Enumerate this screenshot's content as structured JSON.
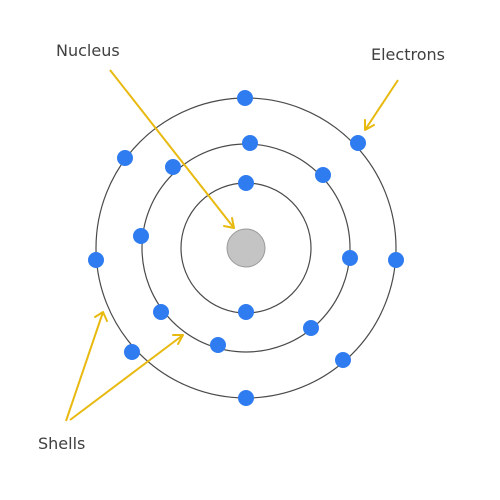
{
  "labels": {
    "nucleus": "Nucleus",
    "electrons": "Electrons",
    "shells": "Shells"
  },
  "atom": {
    "shell_count": 3,
    "electrons_per_shell": [
      2,
      8,
      8
    ]
  },
  "colors": {
    "electron": "#2f7cf0",
    "nucleus": "#c4c4c4",
    "orbit": "#4a4a4a",
    "pointer": "#e8b90f",
    "label": "#404040"
  }
}
